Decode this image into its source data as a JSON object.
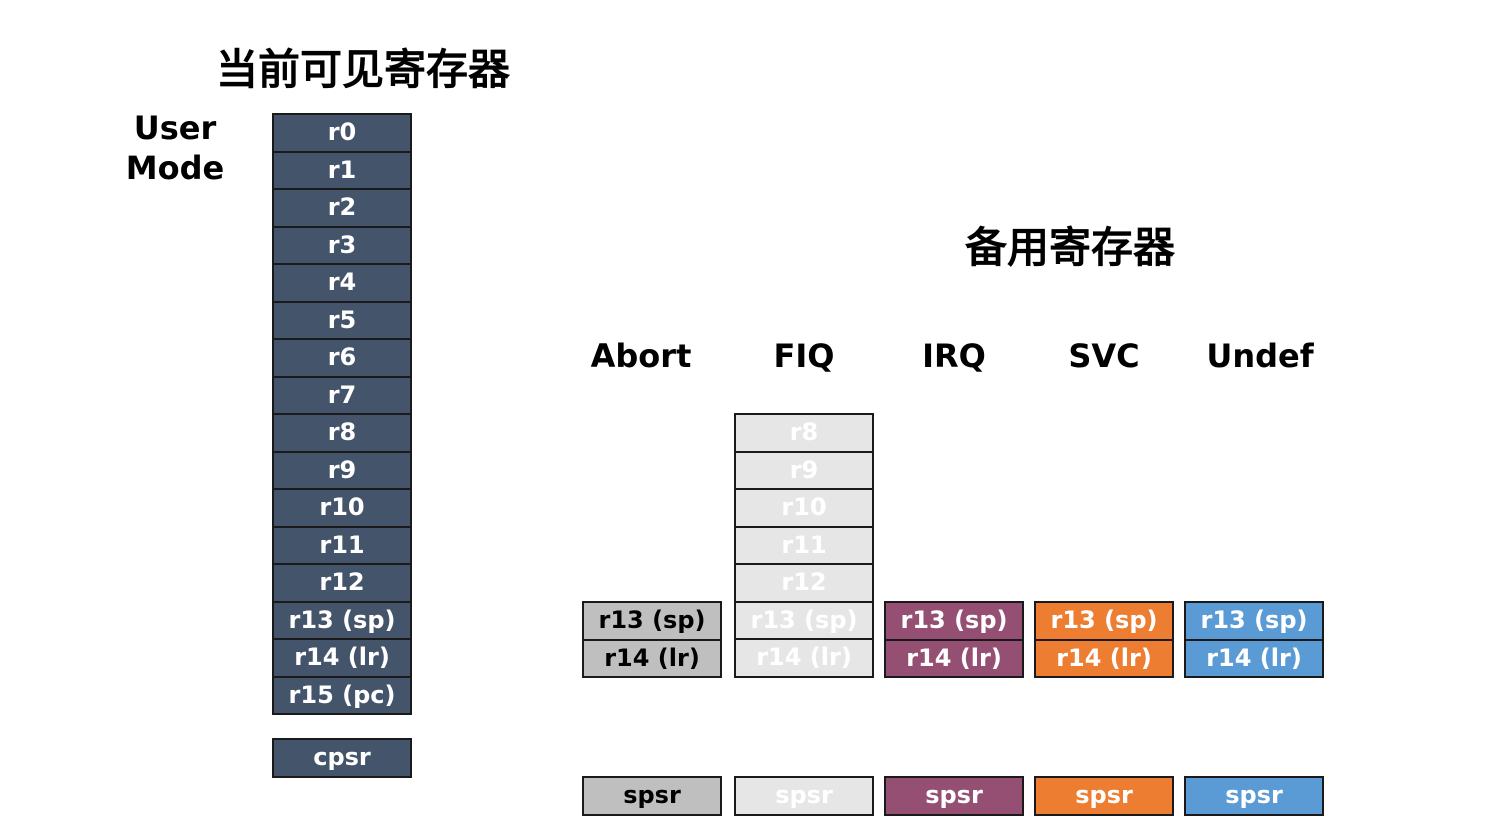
{
  "titles": {
    "current": "当前可见寄存器",
    "banked": "备用寄存器"
  },
  "user": {
    "label_line1": "User",
    "label_line2": "Mode",
    "registers": [
      "r0",
      "r1",
      "r2",
      "r3",
      "r4",
      "r5",
      "r6",
      "r7",
      "r8",
      "r9",
      "r10",
      "r11",
      "r12",
      "r13 (sp)",
      "r14 (lr)",
      "r15 (pc)"
    ],
    "cpsr": "cpsr",
    "color": "#44546a"
  },
  "banked_modes": {
    "abort": {
      "label": "Abort",
      "registers": [
        "r13 (sp)",
        "r14 (lr)"
      ],
      "spsr": "spsr",
      "color": "#bfbfbf"
    },
    "fiq": {
      "label": "FIQ",
      "registers": [
        "r8",
        "r9",
        "r10",
        "r11",
        "r12",
        "r13 (sp)",
        "r14 (lr)"
      ],
      "spsr": "spsr",
      "color": "#e7e6e6"
    },
    "irq": {
      "label": "IRQ",
      "registers": [
        "r13 (sp)",
        "r14 (lr)"
      ],
      "spsr": "spsr",
      "color": "#954f72"
    },
    "svc": {
      "label": "SVC",
      "registers": [
        "r13 (sp)",
        "r14 (lr)"
      ],
      "spsr": "spsr",
      "color": "#ed7d31"
    },
    "undef": {
      "label": "Undef",
      "registers": [
        "r13 (sp)",
        "r14 (lr)"
      ],
      "spsr": "spsr",
      "color": "#5b9bd5"
    }
  }
}
